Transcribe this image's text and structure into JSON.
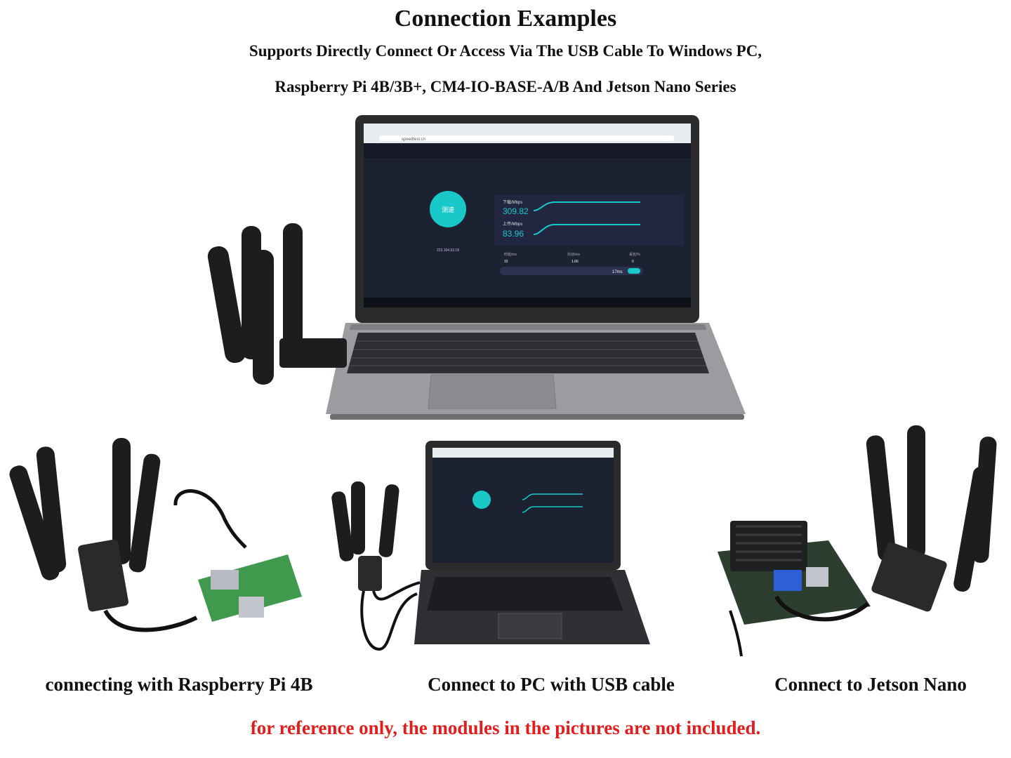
{
  "header": {
    "title": "Connection Examples",
    "subtitle_line1": "Supports Directly Connect Or Access Via The USB Cable To Windows PC,",
    "subtitle_line2": "Raspberry Pi 4B/3B+, CM4-IO-BASE-A/B And Jetson Nano Series"
  },
  "captions": {
    "raspberry": "connecting with Raspberry Pi 4B",
    "pc": "Connect to PC with USB cable",
    "jetson": "Connect to Jetson Nano"
  },
  "note": "for reference only, the modules in the pictures are not included.",
  "laptop_screen": {
    "url": "speedtest.cn",
    "go_button": "测速",
    "download_label": "下载/Mbps",
    "download_value": "309.82",
    "upload_label": "上传/Mbps",
    "upload_value": "83.96",
    "latency_label": "时延/ms",
    "latency_value": "15",
    "jitter_label": "抖动/ms",
    "jitter_value": "1.66",
    "loss_label": "丢包/%",
    "loss_value": "0",
    "ping_value": "17ms",
    "ip_text": "223.104.63.18",
    "colors": {
      "screen_bg": "#1d2233",
      "accent": "#19c9c9"
    }
  }
}
